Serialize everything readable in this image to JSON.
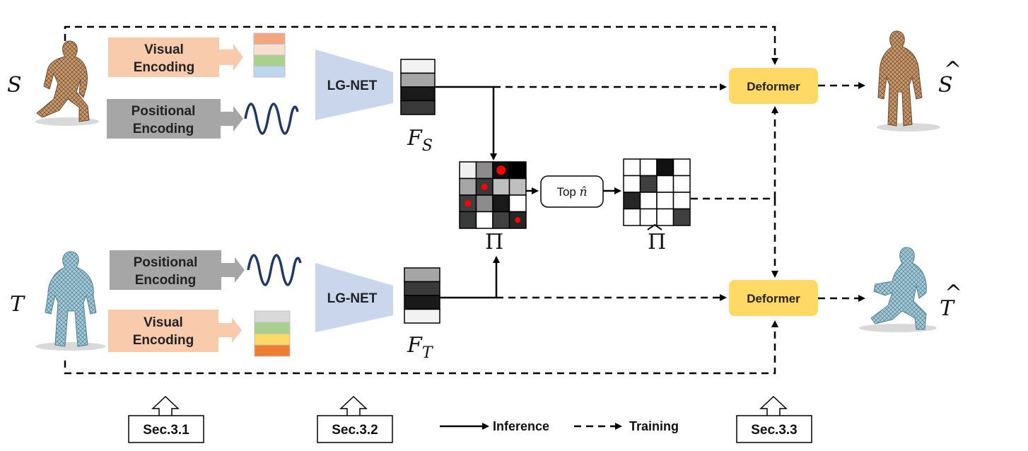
{
  "source": {
    "symbol": "S",
    "visual_encoding": [
      "Visual",
      "Encoding"
    ],
    "positional_encoding": [
      "Positional",
      "Encoding"
    ],
    "network": "LG-NET",
    "feature": "F",
    "feature_sub": "S",
    "output": "S",
    "visual_colors": [
      "#f3a77f",
      "#f6e0d2",
      "#a9d08e",
      "#bdd7ee"
    ],
    "feature_cells": [
      "#f2f2f2",
      "#a6a6a6",
      "#1a1a1a",
      "#3a3a3a"
    ]
  },
  "target": {
    "symbol": "T",
    "visual_encoding": [
      "Visual",
      "Encoding"
    ],
    "positional_encoding": [
      "Positional",
      "Encoding"
    ],
    "network": "LG-NET",
    "feature": "F",
    "feature_sub": "T",
    "output": "T",
    "visual_colors": [
      "#d9d9d9",
      "#a9d08e",
      "#ffd966",
      "#ed7d31"
    ],
    "feature_cells": [
      "#a6a6a6",
      "#3a3a3a",
      "#1a1a1a",
      "#f2f2f2"
    ]
  },
  "deformer_label": "Deformer",
  "correspondence": {
    "symbol": "Π",
    "symbol_hat": "Π",
    "topn_label": "Top",
    "topn_var": "n̂",
    "matrix": [
      [
        "#f0f0f0",
        "#8c8c8c",
        "#111111",
        "#000000"
      ],
      [
        "#a6a6a6",
        "#3a3a3a",
        "#bfbfbf",
        "#bfbfbf"
      ],
      [
        "#404040",
        "#8c8c8c",
        "#1a1a1a",
        "#ffffff"
      ],
      [
        "#3a3a3a",
        "#ffffff",
        "#404040",
        "#262626"
      ]
    ],
    "dots": [
      [
        0,
        2,
        6.5
      ],
      [
        1,
        1,
        4.5
      ],
      [
        2,
        0,
        4.5
      ],
      [
        3,
        3,
        4
      ]
    ],
    "matrix_hat": [
      [
        "#ffffff",
        "#ffffff",
        "#111111",
        "#ffffff"
      ],
      [
        "#ffffff",
        "#404040",
        "#ffffff",
        "#ffffff"
      ],
      [
        "#262626",
        "#ffffff",
        "#ffffff",
        "#ffffff"
      ],
      [
        "#ffffff",
        "#ffffff",
        "#ffffff",
        "#404040"
      ]
    ]
  },
  "sections": [
    "Sec.3.1",
    "Sec.3.2",
    "Sec.3.3"
  ],
  "legend": {
    "inference": "Inference",
    "training": "Training"
  },
  "colors": {
    "encoding_visual": "#f8cbad",
    "encoding_positional": "#a6a6a6",
    "lgnet": "#c9d6ec",
    "deformer": "#ffd966",
    "wave": "#1f3864",
    "dot": "#ff0000",
    "mesh_source": "#b8875a",
    "mesh_target": "#8fb6c7"
  }
}
